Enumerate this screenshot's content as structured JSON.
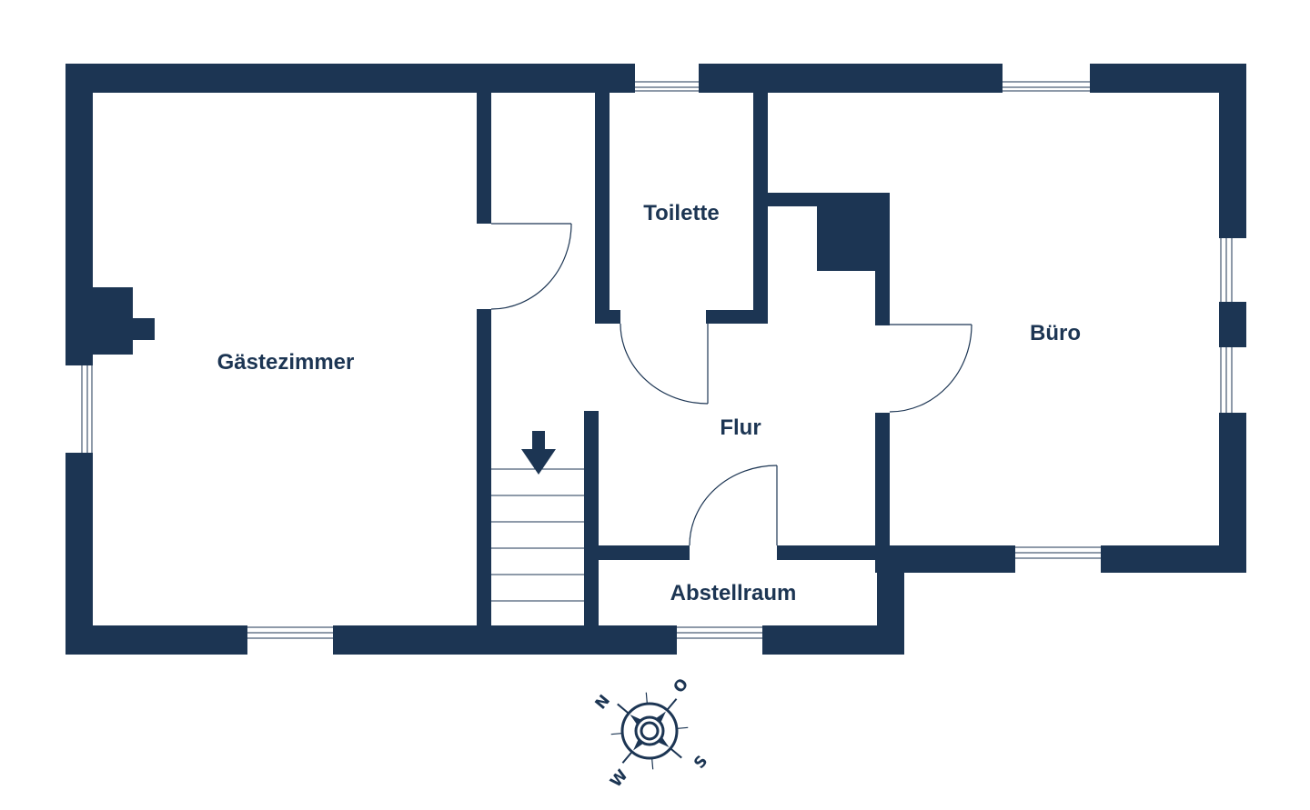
{
  "rooms": {
    "gaestezimmer": "Gästezimmer",
    "toilette": "Toilette",
    "buero": "Büro",
    "flur": "Flur",
    "abstellraum": "Abstellraum"
  },
  "compass": {
    "north": "N",
    "east": "O",
    "south": "S",
    "west": "W"
  },
  "colors": {
    "wall": "#1c3553",
    "background": "#ffffff"
  },
  "icons": {
    "stair_arrow": "arrow-down-icon",
    "compass": "compass-rose-icon"
  }
}
